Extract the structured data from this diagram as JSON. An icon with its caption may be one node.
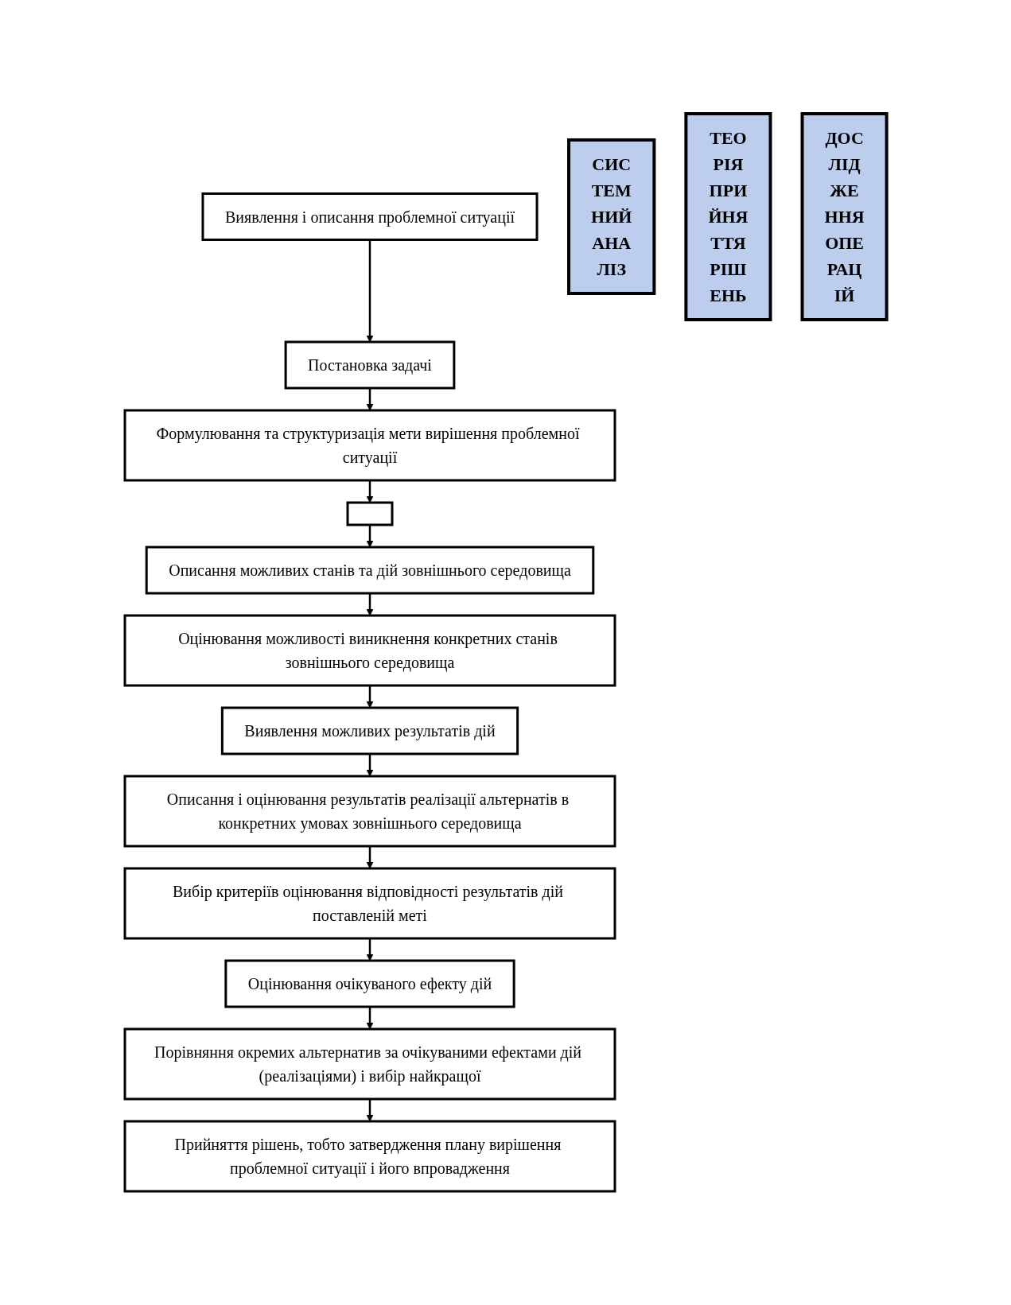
{
  "diagram": {
    "nodes": [
      {
        "text": [
          "Виявлення і описання проблемної ситуації"
        ]
      },
      {
        "text": [
          "Постановка задачі"
        ]
      },
      {
        "text": [
          "Формулювання та структуризація мети вирішення проблемної ситуації"
        ]
      },
      {
        "text": [],
        "shape": "box"
      },
      {
        "text": [
          "Описання можливих станів та дій зовнішнього середовища"
        ]
      },
      {
        "text": [
          "Оцінювання можливості виникнення конкретних станів зовнішнього середовища"
        ]
      },
      {
        "text": [
          "Виявлення можливих результатів дій"
        ]
      },
      {
        "text": [
          "Описання і оцінювання результатів реалізації альтернатів в конкретних умовах зовнішнього середовища"
        ]
      },
      {
        "text": [
          "Вибір критеріїв оцінювання відповідності результатів дій поставленій меті"
        ]
      },
      {
        "text": [
          "Оцінювання очікуваного ефекту дій"
        ]
      },
      {
        "text": [
          "Порівняння окремих альтернатив за очікуваними ефектами дій (реалізаціями) і вибір найкращої"
        ]
      },
      {
        "text": [
          "Прийняття рішень, тобто затвердження плану вирішення проблемної ситуації і його впровадження"
        ]
      },
      {
        "text": [
          "СИС ТЕМ НИЙ АНА ЛІЗ"
        ]
      },
      {
        "text": [
          "ТЕО РІЯ ПРИ ЙНЯ ТТЯ РІШ ЕНЬ"
        ]
      },
      {
        "text": [
          "ДОС ЛІД ЖЕ ННЯ ОПЕ РАЦ ІЙ"
        ]
      }
    ],
    "edges": [
      {
        "from": 0,
        "to": 1,
        "arrow": "to"
      },
      {
        "from": 1,
        "to": 2,
        "arrow": "to"
      },
      {
        "from": 2,
        "to": 3,
        "arrow": "to"
      },
      {
        "from": 3,
        "to": 4,
        "arrow": "to"
      },
      {
        "from": 4,
        "to": 5,
        "arrow": "to"
      },
      {
        "from": 5,
        "to": 6,
        "arrow": "to"
      },
      {
        "from": 6,
        "to": 7,
        "arrow": "to"
      },
      {
        "from": 7,
        "to": 8,
        "arrow": "to"
      },
      {
        "from": 8,
        "to": 9,
        "arrow": "to"
      },
      {
        "from": 9,
        "to": 10,
        "arrow": "to"
      },
      {
        "from": 10,
        "to": 11,
        "arrow": "to"
      }
    ]
  }
}
